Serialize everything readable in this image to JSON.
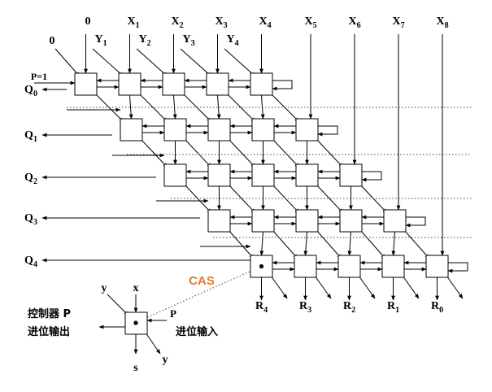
{
  "top_inputs": [
    {
      "name": "x-label-0",
      "main": "0",
      "sub": ""
    },
    {
      "name": "x-label-1",
      "main": "X",
      "sub": "1"
    },
    {
      "name": "x-label-2",
      "main": "X",
      "sub": "2"
    },
    {
      "name": "x-label-3",
      "main": "X",
      "sub": "3"
    },
    {
      "name": "x-label-4",
      "main": "X",
      "sub": "4"
    },
    {
      "name": "x-label-5",
      "main": "X",
      "sub": "5"
    },
    {
      "name": "x-label-6",
      "main": "X",
      "sub": "6"
    },
    {
      "name": "x-label-7",
      "main": "X",
      "sub": "7"
    },
    {
      "name": "x-label-8",
      "main": "X",
      "sub": "8"
    }
  ],
  "y_inputs": [
    {
      "name": "y-label-0",
      "main": "0",
      "sub": ""
    },
    {
      "name": "y-label-1",
      "main": "Y",
      "sub": "1"
    },
    {
      "name": "y-label-2",
      "main": "Y",
      "sub": "2"
    },
    {
      "name": "y-label-3",
      "main": "Y",
      "sub": "3"
    },
    {
      "name": "y-label-4",
      "main": "Y",
      "sub": "4"
    }
  ],
  "p_input": "P=1",
  "quotient_outputs": [
    {
      "main": "Q",
      "sub": "0"
    },
    {
      "main": "Q",
      "sub": "1"
    },
    {
      "main": "Q",
      "sub": "2"
    },
    {
      "main": "Q",
      "sub": "3"
    },
    {
      "main": "Q",
      "sub": "4"
    }
  ],
  "remainder_outputs": [
    {
      "main": "R",
      "sub": "4"
    },
    {
      "main": "R",
      "sub": "3"
    },
    {
      "main": "R",
      "sub": "2"
    },
    {
      "main": "R",
      "sub": "1"
    },
    {
      "main": "R",
      "sub": "0"
    }
  ],
  "cas_label": "CAS",
  "legend": {
    "y_in": "y",
    "x_in": "x",
    "p_label": "P",
    "control_p": "控制器 P",
    "carry_out": "进位输出",
    "carry_in": "进位输入",
    "s_out": "s",
    "y_out": "y"
  },
  "colors": {
    "line": "#000000",
    "dotted": "#444444",
    "cas": "#e8782a",
    "background": "#ffffff"
  }
}
